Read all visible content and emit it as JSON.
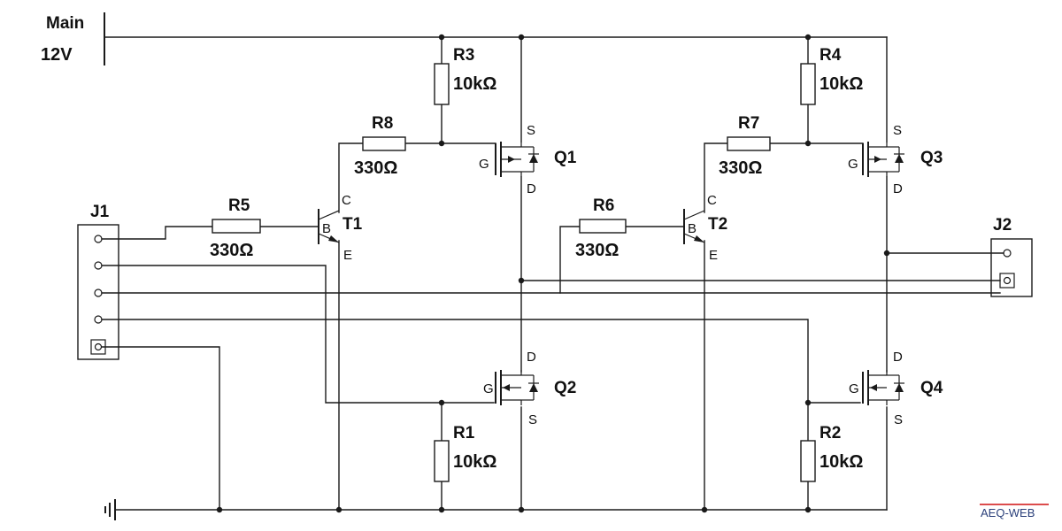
{
  "supply": {
    "name": "Main",
    "voltage": "12V"
  },
  "connectors": {
    "j1": {
      "ref": "J1"
    },
    "j2": {
      "ref": "J2"
    }
  },
  "resistors": {
    "r1": {
      "ref": "R1",
      "value": "10kΩ"
    },
    "r2": {
      "ref": "R2",
      "value": "10kΩ"
    },
    "r3": {
      "ref": "R3",
      "value": "10kΩ"
    },
    "r4": {
      "ref": "R4",
      "value": "10kΩ"
    },
    "r5": {
      "ref": "R5",
      "value": "330Ω"
    },
    "r6": {
      "ref": "R6",
      "value": "330Ω"
    },
    "r7": {
      "ref": "R7",
      "value": "330Ω"
    },
    "r8": {
      "ref": "R8",
      "value": "330Ω"
    }
  },
  "transistors": {
    "t1": {
      "ref": "T1",
      "c": "C",
      "b": "B",
      "e": "E"
    },
    "t2": {
      "ref": "T2",
      "c": "C",
      "b": "B",
      "e": "E"
    }
  },
  "mosfets": {
    "q1": {
      "ref": "Q1",
      "g": "G",
      "top": "S",
      "bottom": "D"
    },
    "q2": {
      "ref": "Q2",
      "g": "G",
      "top": "D",
      "bottom": "S"
    },
    "q3": {
      "ref": "Q3",
      "g": "G",
      "top": "S",
      "bottom": "D"
    },
    "q4": {
      "ref": "Q4",
      "g": "G",
      "top": "D",
      "bottom": "S"
    }
  },
  "watermark": "AEQ-WEB"
}
